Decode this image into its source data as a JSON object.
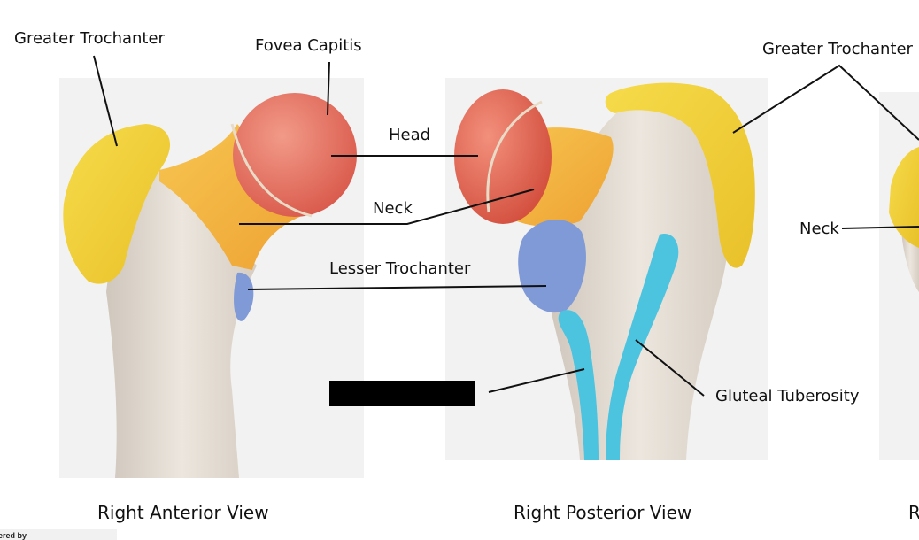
{
  "labels": {
    "anterior_greater_trochanter": "Greater Trochanter",
    "fovea_capitis": "Fovea Capitis",
    "head": "Head",
    "neck_center": "Neck",
    "lesser_trochanter": "Lesser Trochanter",
    "posterior_greater_trochanter": "Greater Trochanter",
    "neck_right": "Neck",
    "gluteal_tuberosity": "Gluteal Tuberosity"
  },
  "captions": {
    "anterior": "Right Anterior View",
    "posterior": "Right Posterior View",
    "third_partial": "R"
  },
  "footer": {
    "text": "ered by"
  },
  "colors": {
    "bone": "#e5ddd3",
    "panel_bg": "#f3f2f2",
    "greater_trochanter": "#f2cf36",
    "neck": "#f5b43e",
    "head": "#e5705f",
    "lesser_trochanter": "#7f9ad6",
    "gluteal_tuberosity": "#4cc3df",
    "redaction": "#000000"
  }
}
